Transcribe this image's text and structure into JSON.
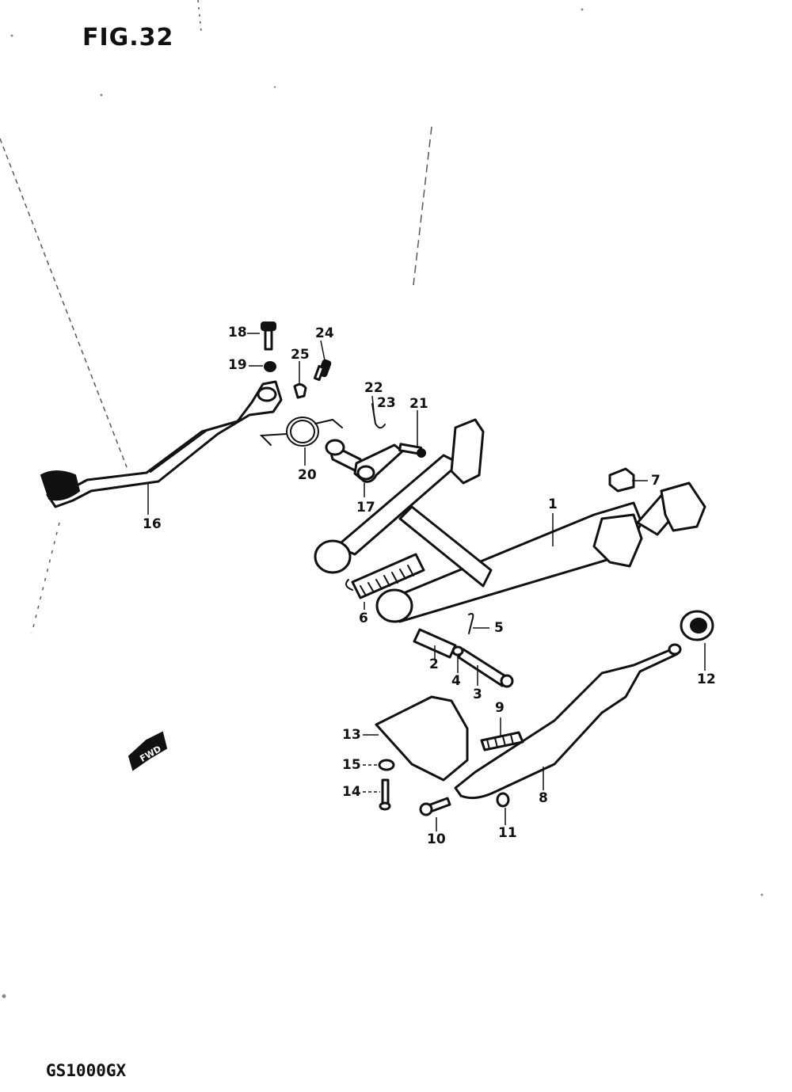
{
  "figure": {
    "title": "FIG.32",
    "model": "GS1000GX"
  },
  "callouts": [
    "1",
    "2",
    "3",
    "4",
    "5",
    "6",
    "7",
    "8",
    "9",
    "10",
    "11",
    "12",
    "13",
    "14",
    "15",
    "16",
    "17",
    "18",
    "19",
    "20",
    "21",
    "22",
    "23",
    "24",
    "25"
  ],
  "fwd_label": "FWD"
}
